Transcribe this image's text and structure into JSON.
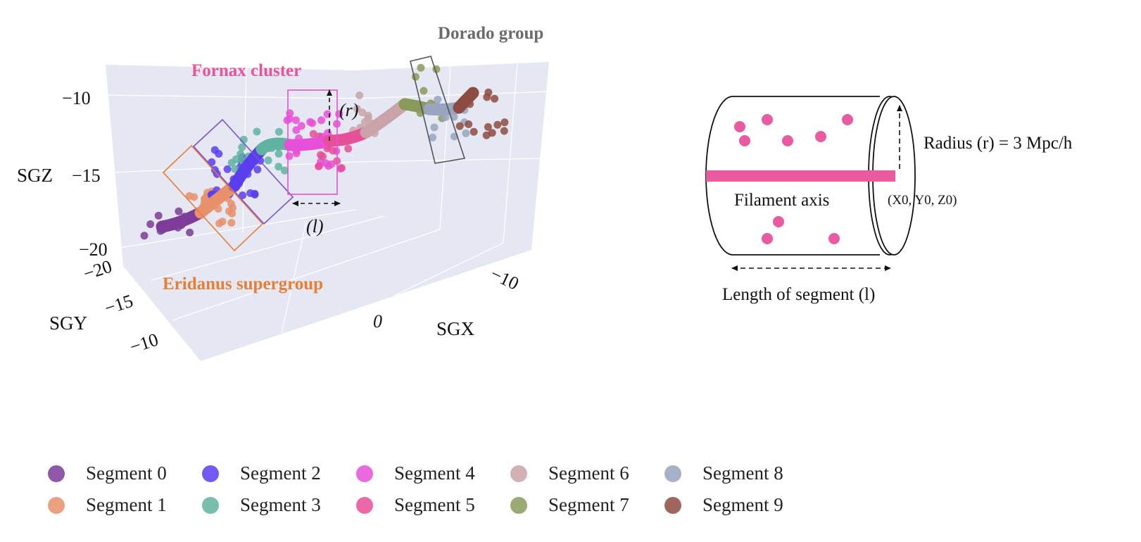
{
  "plot3d": {
    "axes": {
      "sgz_label": "SGZ",
      "sgy_label": "SGY",
      "sgx_label": "SGX",
      "sgz_ticks": [
        "−10",
        "−15",
        "−20"
      ],
      "sgy_ticks": [
        "−20",
        "−15",
        "−10"
      ],
      "sgx_ticks": [
        "0",
        "−10"
      ]
    },
    "annotations": {
      "fornax": "Fornax cluster",
      "dorado": "Dorado group",
      "eridanus": "Eridanus supergroup",
      "r_symbol": "(r)",
      "l_symbol": "(l)"
    },
    "colors": {
      "fornax": "#e8549a",
      "dorado": "#6b6b6b",
      "eridanus": "#e67e35",
      "pane": "#e5e8f2",
      "grid": "#ffffff"
    }
  },
  "schematic": {
    "radius_label": "Radius (r) = 3 Mpc/h",
    "axis_label": "Filament axis",
    "origin_label": "(X0, Y0, Z0)",
    "length_label": "Length of segment (l)",
    "accent": "#ea5aa0"
  },
  "legend": [
    {
      "label": "Segment 0",
      "color": "#7d3c98"
    },
    {
      "label": "Segment 1",
      "color": "#e8906a"
    },
    {
      "label": "Segment 2",
      "color": "#5b3df0"
    },
    {
      "label": "Segment 3",
      "color": "#5fb3a0"
    },
    {
      "label": "Segment 4",
      "color": "#e84fd8"
    },
    {
      "label": "Segment 5",
      "color": "#e84f99"
    },
    {
      "label": "Segment 6",
      "color": "#c9a3a8"
    },
    {
      "label": "Segment 7",
      "color": "#8a9a5b"
    },
    {
      "label": "Segment 8",
      "color": "#98a4c0"
    },
    {
      "label": "Segment 9",
      "color": "#8e4b3f"
    }
  ]
}
